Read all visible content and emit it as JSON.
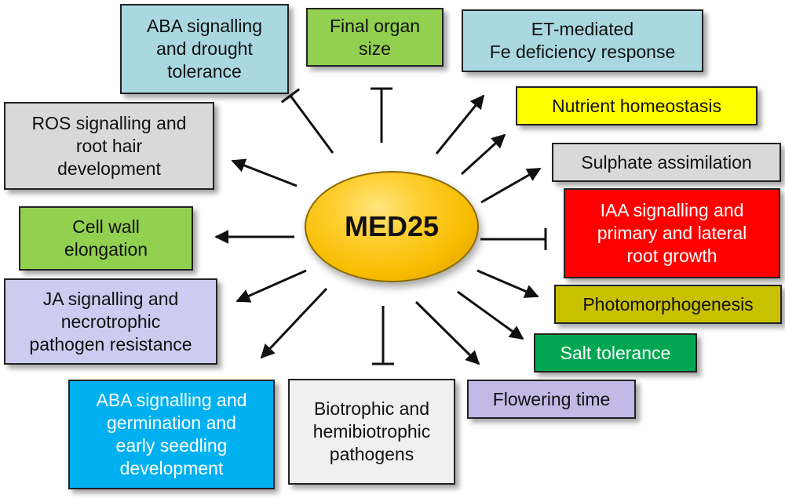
{
  "center": {
    "label": "MED25",
    "color": "#f7bd00"
  },
  "nodes": [
    {
      "id": "aba-drought",
      "label": "ABA signalling\nand drought\ntolerance",
      "color": "#a9d8e0",
      "relation": "inhibits"
    },
    {
      "id": "final-organ",
      "label": "Final organ\nsize",
      "color": "#92d050",
      "relation": "inhibits"
    },
    {
      "id": "et-fe",
      "label": "ET-mediated\nFe deficiency response",
      "color": "#a9d8e0",
      "relation": "promotes"
    },
    {
      "id": "nutrient",
      "label": "Nutrient homeostasis",
      "color": "#ffff00",
      "relation": "promotes"
    },
    {
      "id": "sulphate",
      "label": "Sulphate assimilation",
      "color": "#d9d9d9",
      "relation": "promotes"
    },
    {
      "id": "iaa-root",
      "label": "IAA signalling and\nprimary and  lateral\nroot growth",
      "color": "#ff0000",
      "relation": "inhibits"
    },
    {
      "id": "photomorpho",
      "label": "Photomorphogenesis",
      "color": "#c9c100",
      "relation": "promotes"
    },
    {
      "id": "salt",
      "label": "Salt tolerance",
      "color": "#00a651",
      "relation": "promotes"
    },
    {
      "id": "flowering",
      "label": "Flowering time",
      "color": "#c3b9e6",
      "relation": "promotes"
    },
    {
      "id": "biotrophic",
      "label": "Biotrophic and\nhemibiotrophic\npathogens",
      "color": "#f0f0f0",
      "relation": "inhibits"
    },
    {
      "id": "aba-germination",
      "label": "ABA signalling and\ngermination and\nearly seedling\ndevelopment",
      "color": "#00b0f0",
      "relation": "promotes"
    },
    {
      "id": "ja-necro",
      "label": "JA signalling and\nnecrotrophic\npathogen resistance",
      "color": "#ccccf0",
      "relation": "promotes"
    },
    {
      "id": "cell-wall",
      "label": "Cell wall\nelongation",
      "color": "#92d050",
      "relation": "promotes"
    },
    {
      "id": "ros-root-hair",
      "label": "ROS signalling and\nroot hair\ndevelopment",
      "color": "#d9d9d9",
      "relation": "promotes"
    }
  ]
}
